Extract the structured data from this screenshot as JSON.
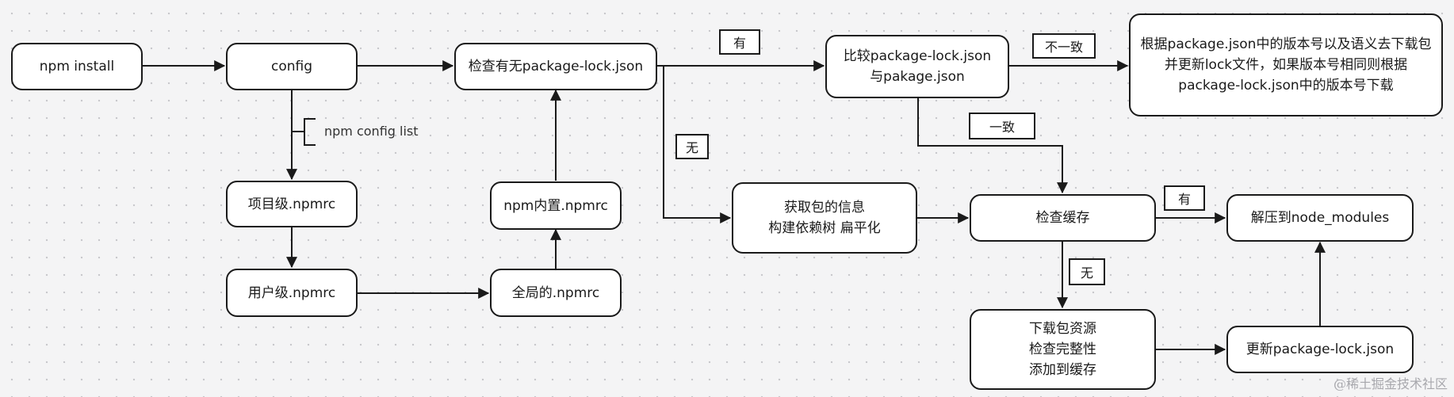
{
  "nodes": {
    "npm_install": "npm install",
    "config": "config",
    "check_lock": "检查有无package-lock.json",
    "compare": "比较package-lock.json\n与pakage.json",
    "download_by_json": "根据package.json中的版本号以及语义去下载包\n并更新lock文件，如果版本号相同则根据\npackage-lock.json中的版本号下载",
    "project_npmrc": "项目级.npmrc",
    "user_npmrc": "用户级.npmrc",
    "global_npmrc": "全局的.npmrc",
    "builtin_npmrc": "npm内置.npmrc",
    "fetch_info": "获取包的信息\n构建依赖树 扁平化",
    "check_cache": "检查缓存",
    "extract": "解压到node_modules",
    "download_pkg": "下载包资源\n检查完整性\n添加到缓存",
    "update_lock": "更新package-lock.json"
  },
  "labels": {
    "has_lock": "有",
    "no_lock": "无",
    "inconsistent": "不一致",
    "consistent": "一致",
    "has_cache": "有",
    "no_cache": "无"
  },
  "annotations": {
    "config_list": "npm config list"
  },
  "watermark": "@稀土掘金技术社区",
  "colors": {
    "stroke": "#1a1a1a",
    "node_fill": "#ffffff",
    "background": "#f4f4f5"
  }
}
